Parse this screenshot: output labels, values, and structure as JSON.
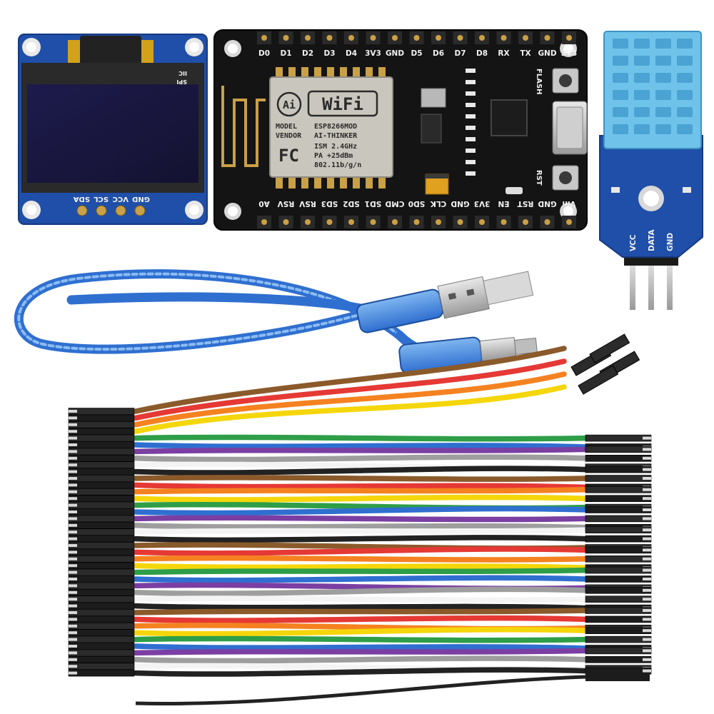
{
  "oled": {
    "pins": [
      "GND",
      "VCC",
      "SCL",
      "SDA"
    ],
    "corner_marks": [
      "IIC",
      "SPI"
    ],
    "colors": {
      "pcb": "#1f4fa8",
      "screen": "#1a1840"
    }
  },
  "nodemcu": {
    "top_pins": [
      "D0",
      "D1",
      "D2",
      "D3",
      "D4",
      "3V3",
      "GND",
      "D5",
      "D6",
      "D7",
      "D8",
      "RX",
      "TX",
      "GND",
      "3V3"
    ],
    "bottom_pins": [
      "A0",
      "RSV",
      "RSV",
      "SD3",
      "SD2",
      "SD1",
      "CMD",
      "SD0",
      "CLK",
      "GND",
      "3V3",
      "EN",
      "RST",
      "GND",
      "Vin"
    ],
    "button_flash": "FLASH",
    "button_rst": "RST",
    "module": {
      "logo_ai": "Ai",
      "logo_wifi": "WiFi",
      "model_label": "MODEL",
      "model_value": "ESP8266MOD",
      "vendor_label": "VENDOR",
      "vendor_value": "AI-THINKER",
      "fcc": "FC",
      "ism": "ISM 2.4GHz",
      "pa": "PA +25dBm",
      "std": "802.11b/g/n"
    },
    "colors": {
      "pcb": "#141414",
      "shield": "#c9c6bd",
      "pins": "#c9a046"
    }
  },
  "dht11": {
    "pins": [
      "VCC",
      "DATA",
      "GND"
    ],
    "colors": {
      "pcb": "#1f4fa8",
      "sensor": "#6fc3ea"
    }
  },
  "usb_cable": {
    "connectors": [
      "USB-A",
      "Micro-USB"
    ],
    "color": "#3b82d6"
  },
  "jumper_wires": {
    "colors": [
      "#8b5a2b",
      "#e53935",
      "#f58220",
      "#f5d60a",
      "#2e9e48",
      "#2f6fd0",
      "#7b3fa3",
      "#9e9e9e",
      "#f4f4f4",
      "#222222"
    ]
  }
}
